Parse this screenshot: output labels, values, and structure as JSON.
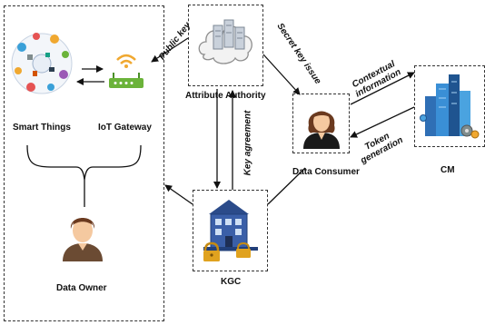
{
  "nodes": {
    "smart_things": "Smart Things",
    "iot_gateway": "IoT Gateway",
    "attribute_authority": "Attribute Authority",
    "data_consumer": "Data Consumer",
    "cm": "CM",
    "kgc": "KGC",
    "data_owner": "Data Owner"
  },
  "edges": {
    "public_key": "Public key",
    "secret_key_issue": "Secret key issue",
    "key_agreement": "Key agreement",
    "contextual_information": "Contextual information",
    "token_generation": "Token generation"
  },
  "colors": {
    "border": "#333333",
    "arrow": "#111111",
    "gateway_green": "#6bb33a",
    "building_blue": "#3a5fa8",
    "lock_gold": "#e0a21f"
  },
  "icons": {
    "smart_things": "iot-cloud-icon",
    "iot_gateway": "wifi-router-icon",
    "attribute_authority": "server-cloud-icon",
    "data_consumer": "female-user-icon",
    "cm": "city-buildings-icon",
    "kgc": "building-with-lock-icon",
    "data_owner": "male-user-icon"
  }
}
